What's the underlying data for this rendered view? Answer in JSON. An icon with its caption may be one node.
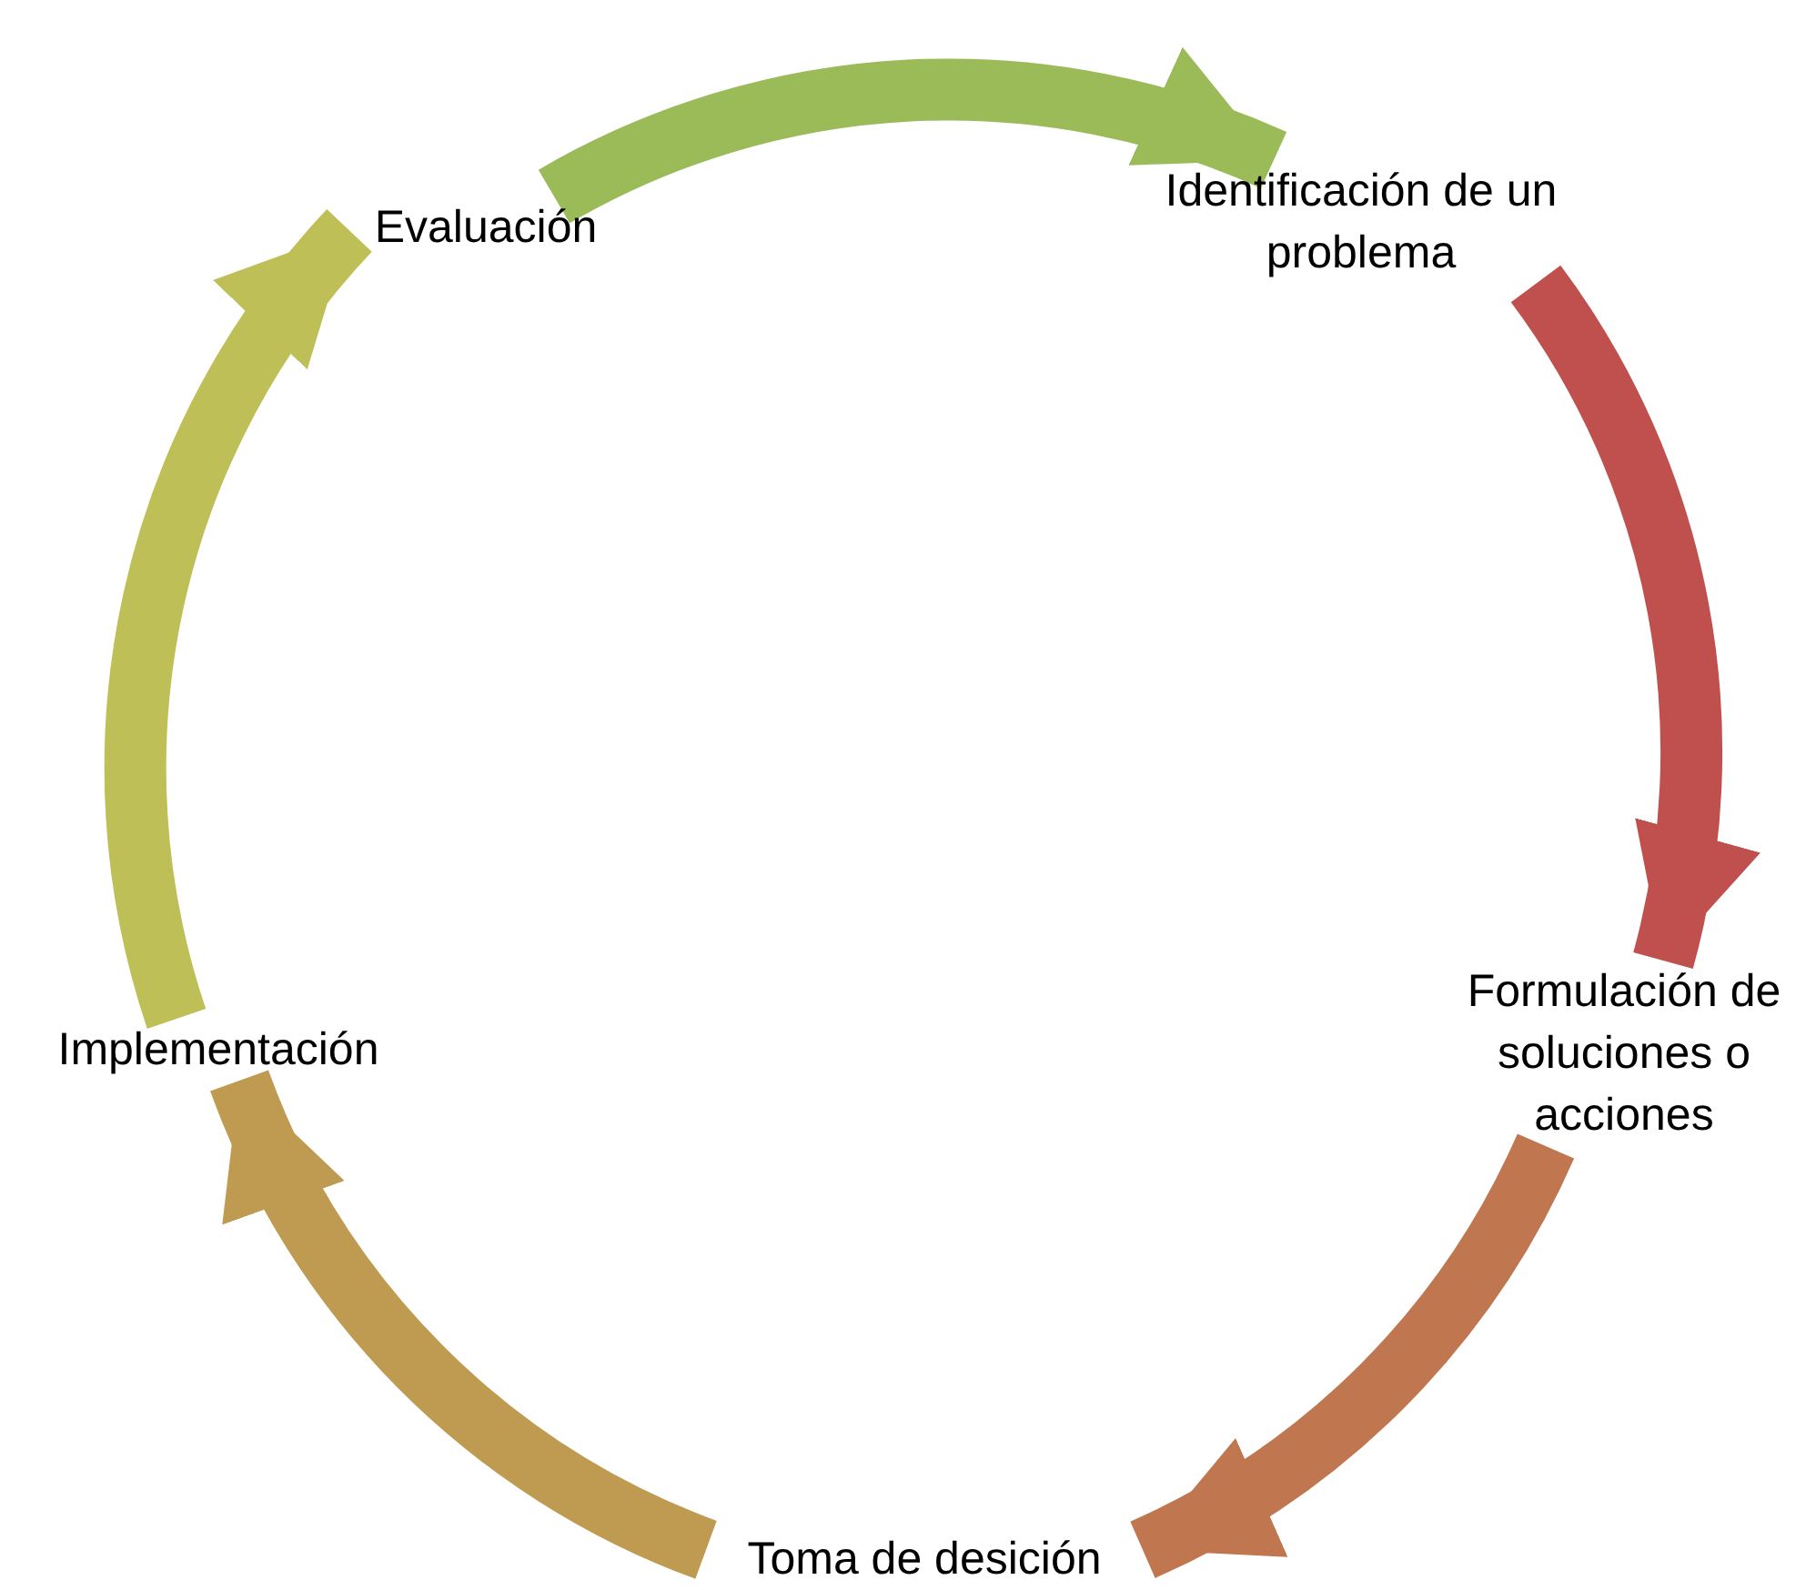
{
  "diagram": {
    "nodes": [
      {
        "text": [
          "Evaluación"
        ]
      },
      {
        "text": [
          "Identificación de un problema"
        ]
      },
      {
        "text": [
          "Formulación de soluciones o acciones"
        ]
      },
      {
        "text": [
          "Toma de desición"
        ]
      },
      {
        "text": [
          "Implementación"
        ]
      }
    ],
    "edges": [
      {
        "from": 0,
        "to": 1,
        "arrow": "to",
        "color": "#9bbb59"
      },
      {
        "from": 1,
        "to": 2,
        "arrow": "to",
        "color": "#c0504d"
      },
      {
        "from": 2,
        "to": 3,
        "arrow": "to",
        "color": "#c0774f"
      },
      {
        "from": 3,
        "to": 4,
        "arrow": "to",
        "color": "#bf9b52"
      },
      {
        "from": 4,
        "to": 0,
        "arrow": "to",
        "color": "#bfbf57"
      }
    ]
  }
}
